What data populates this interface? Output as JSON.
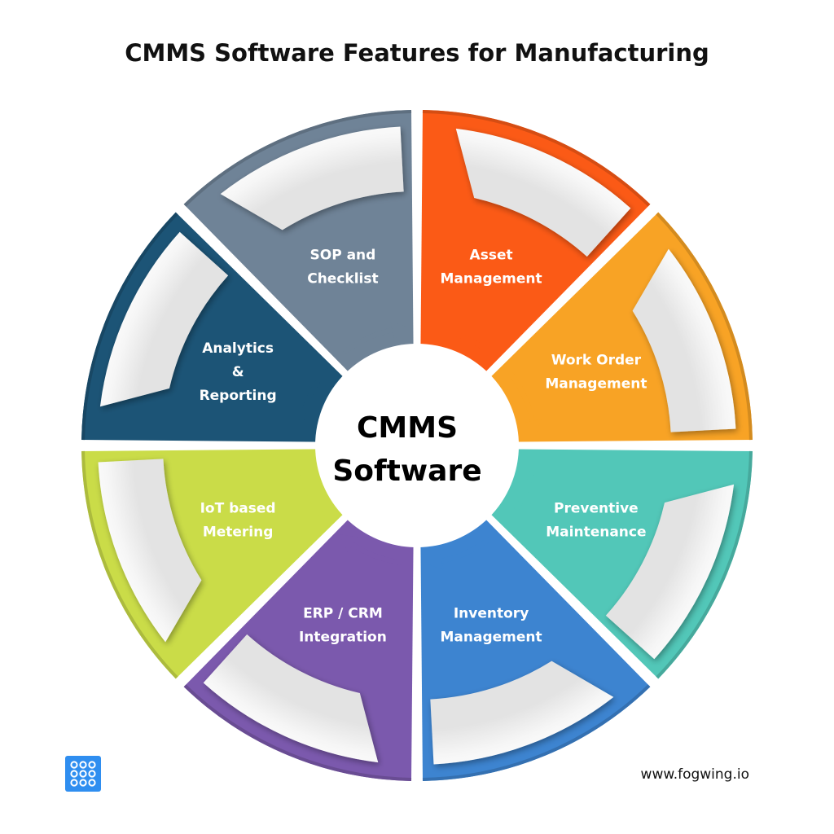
{
  "title": "CMMS Software Features for Manufacturing",
  "center": {
    "line1": "CMMS",
    "line2": "Software"
  },
  "segments": [
    {
      "label_lines": [
        "Asset",
        "Management"
      ],
      "color": "#fb5a16",
      "name": "segment-asset-management"
    },
    {
      "label_lines": [
        "Work Order",
        "Management"
      ],
      "color": "#f8a325",
      "name": "segment-work-order-management"
    },
    {
      "label_lines": [
        "Preventive",
        "Maintenance"
      ],
      "color": "#52c7b8",
      "name": "segment-preventive-maintenance"
    },
    {
      "label_lines": [
        "Inventory",
        "Management"
      ],
      "color": "#3d84d0",
      "name": "segment-inventory-management"
    },
    {
      "label_lines": [
        "ERP / CRM",
        "Integration"
      ],
      "color": "#7b59ad",
      "name": "segment-erp-crm-integration"
    },
    {
      "label_lines": [
        "IoT based",
        "Metering"
      ],
      "color": "#cadc48",
      "name": "segment-iot-based-metering"
    },
    {
      "label_lines": [
        "Analytics",
        "&",
        "Reporting"
      ],
      "color": "#1c5476",
      "name": "segment-analytics-reporting"
    },
    {
      "label_lines": [
        "SOP and",
        "Checklist"
      ],
      "color": "#6f8397",
      "name": "segment-sop-checklist"
    }
  ],
  "logo": {
    "icon": "grid-dots-icon",
    "color": "#2f8ef0"
  },
  "footer": {
    "url": "www.fogwing.io"
  }
}
